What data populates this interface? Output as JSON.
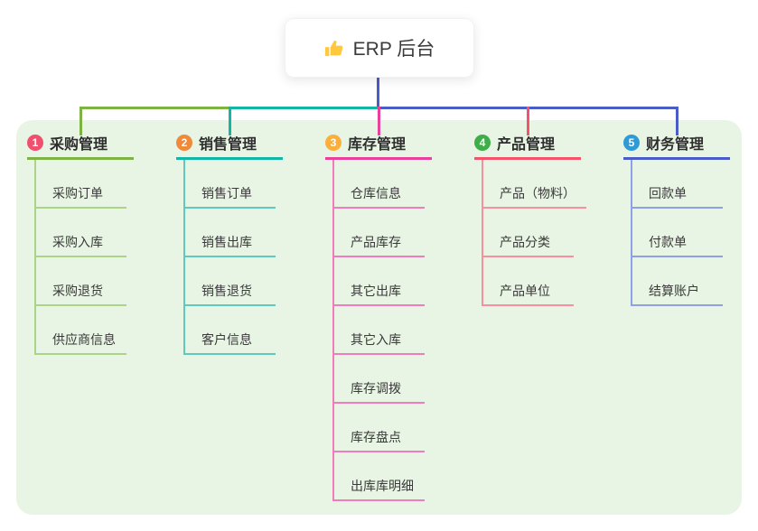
{
  "canvas": {
    "board_bg": "#E8F4E4",
    "stem_color": "#4A5CC5"
  },
  "root": {
    "title": "ERP 后台",
    "icon": "thumbs-up",
    "icon_color": "#FFC83D"
  },
  "branches": [
    {
      "num": "1",
      "title": "采购管理",
      "color": "#7CB342",
      "light_color": "#ABD489",
      "badge_color": "#F0506E",
      "children": [
        "采购订单",
        "采购入库",
        "采购退货",
        "供应商信息"
      ]
    },
    {
      "num": "2",
      "title": "销售管理",
      "color": "#13B5A5",
      "light_color": "#5FC9BC",
      "badge_color": "#F08A3B",
      "children": [
        "销售订单",
        "销售出库",
        "销售退货",
        "客户信息"
      ]
    },
    {
      "num": "3",
      "title": "库存管理",
      "color": "#E8409B",
      "light_color": "#F07CBB",
      "badge_color": "#FBB03B",
      "children": [
        "仓库信息",
        "产品库存",
        "其它出库",
        "其它入库",
        "库存调拨",
        "库存盘点",
        "出库库明细"
      ]
    },
    {
      "num": "4",
      "title": "产品管理",
      "color": "#F4536C",
      "light_color": "#F78F9D",
      "badge_color": "#3FAE49",
      "children": [
        "产品（物料）",
        "产品分类",
        "产品单位"
      ]
    },
    {
      "num": "5",
      "title": "财务管理",
      "color": "#4A5CC5",
      "light_color": "#8EA0E6",
      "badge_color": "#2E9BD6",
      "children": [
        "回款单",
        "付款单",
        "结算账户"
      ]
    }
  ]
}
